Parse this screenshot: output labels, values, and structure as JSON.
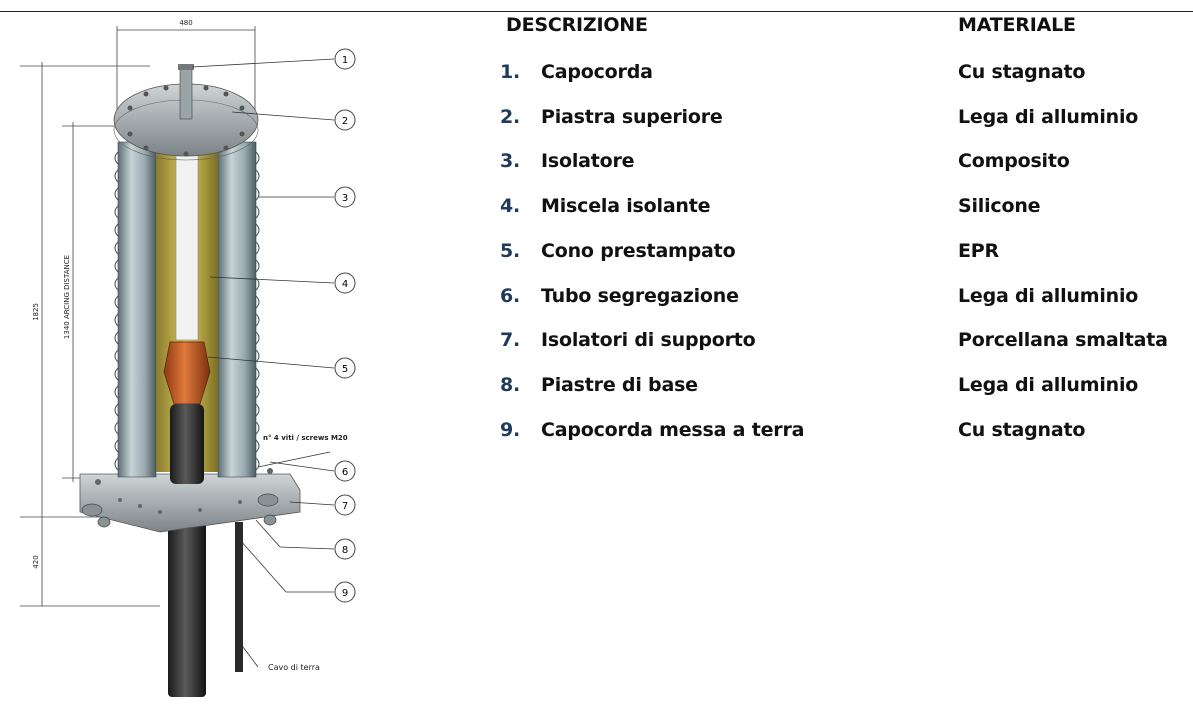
{
  "header": {
    "descrizione": "DESCRIZIONE",
    "materiale": "MATERIALE"
  },
  "items": [
    {
      "num": "1.",
      "desc": "Capocorda",
      "mat": "Cu stagnato"
    },
    {
      "num": "2.",
      "desc": "Piastra superiore",
      "mat": "Lega di alluminio"
    },
    {
      "num": "3.",
      "desc": "Isolatore",
      "mat": "Composito"
    },
    {
      "num": "4.",
      "desc": "Miscela isolante",
      "mat": "Silicone"
    },
    {
      "num": "5.",
      "desc": "Cono prestampato",
      "mat": "EPR"
    },
    {
      "num": "6.",
      "desc": "Tubo segregazione",
      "mat": "Lega di alluminio"
    },
    {
      "num": "7.",
      "desc": "Isolatori di supporto",
      "mat": "Porcellana smaltata"
    },
    {
      "num": "8.",
      "desc": "Piastre di base",
      "mat": "Lega di alluminio"
    },
    {
      "num": "9.",
      "desc": "Capocorda messa a terra",
      "mat": "Cu stagnato"
    }
  ],
  "drawing": {
    "dim_width": "480",
    "dim_total": "1825",
    "dim_arcing": "1340 ARCING DISTANCE",
    "dim_base": "420",
    "screws_note": "n° 4 viti / screws M20",
    "ground_cable": "Cavo di terra",
    "callouts": [
      "1",
      "2",
      "3",
      "4",
      "5",
      "6",
      "7",
      "8",
      "9"
    ]
  }
}
